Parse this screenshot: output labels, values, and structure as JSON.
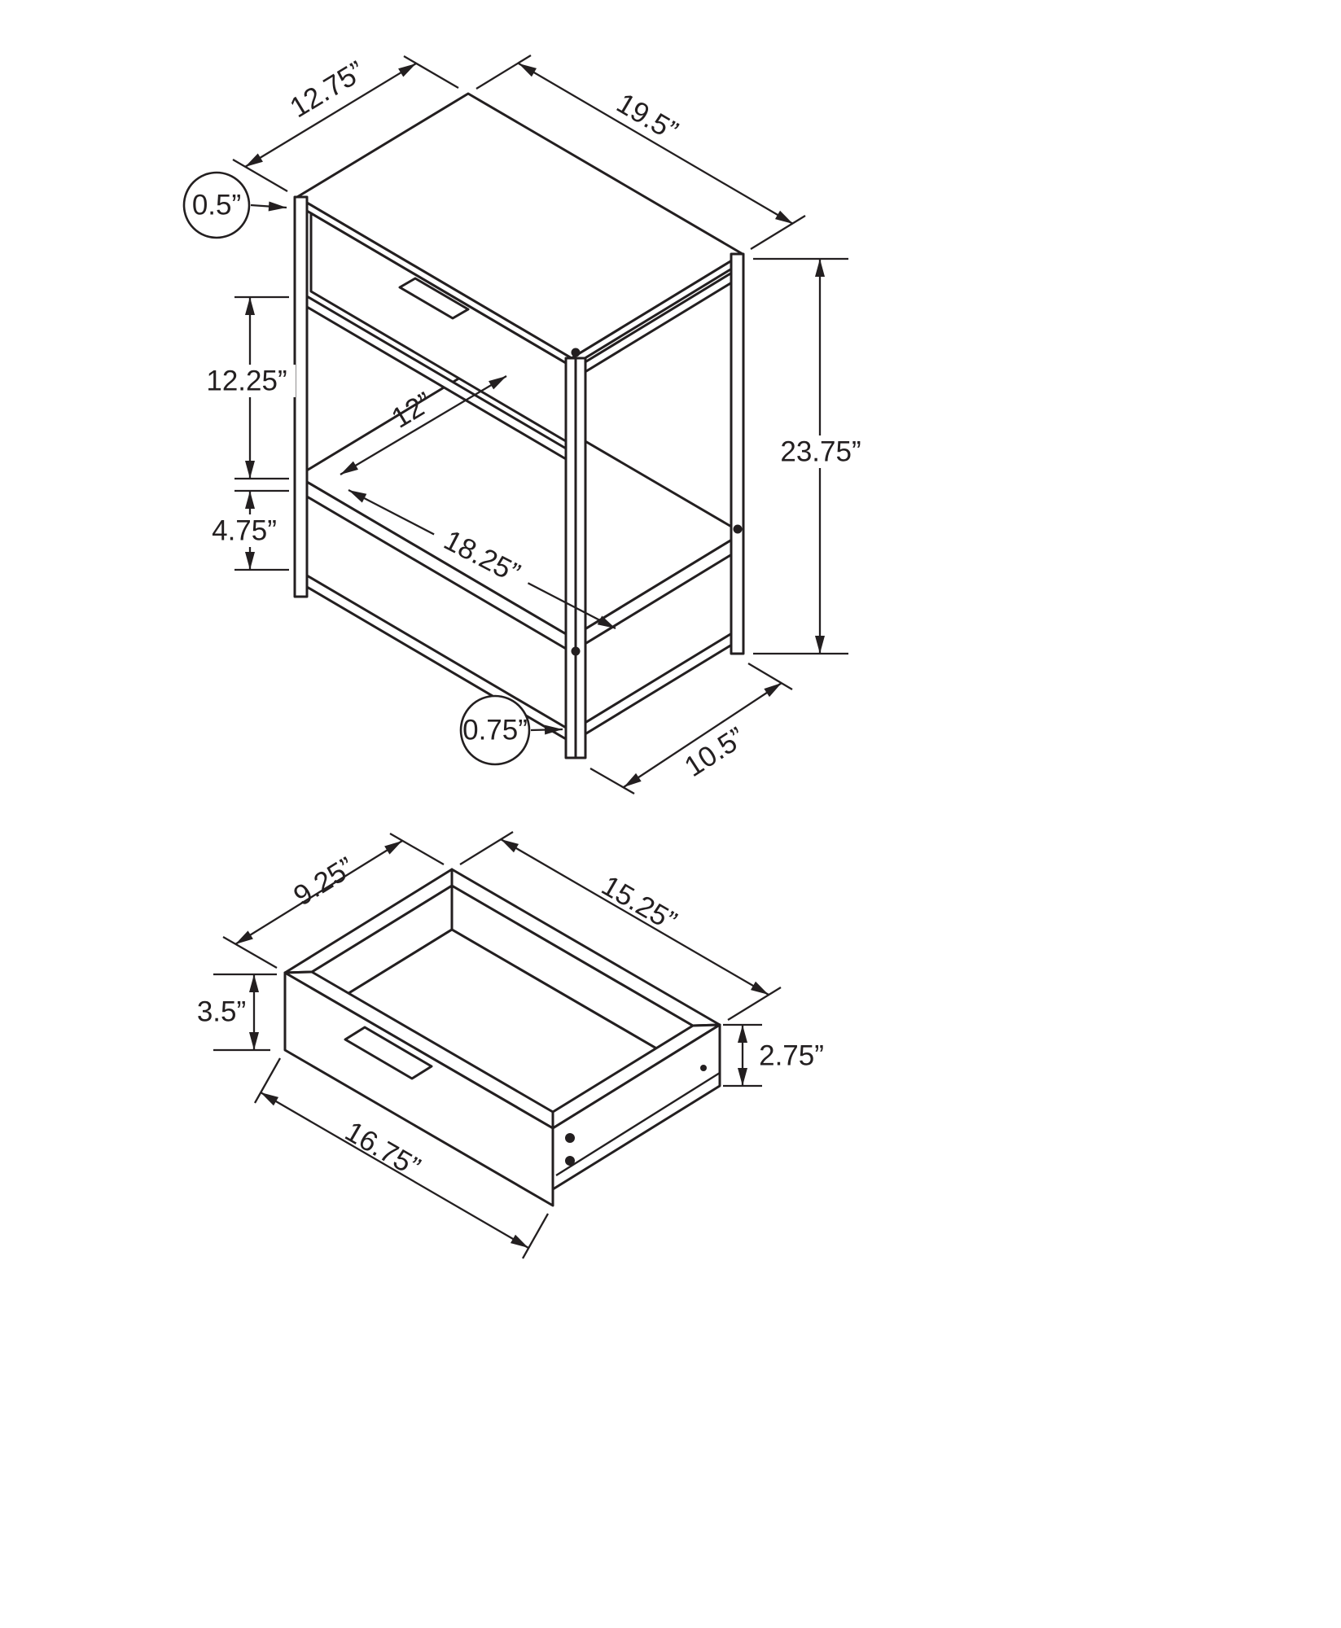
{
  "page": {
    "background": "#ffffff",
    "line_color": "#231f20"
  },
  "table_figure": {
    "name": "accent-table-isometric-view",
    "dims": {
      "top_depth": "12.75”",
      "top_length": "19.5”",
      "frame_thickness": "0.5”",
      "drawer_to_shelf_height": "12.25”",
      "shelf_depth": "12”",
      "overall_height": "23.75”",
      "shelf_to_rail_height": "4.75”",
      "shelf_length": "18.25”",
      "tube_size": "0.75”",
      "base_depth": "10.5”"
    }
  },
  "drawer_figure": {
    "name": "drawer-isometric-view",
    "dims": {
      "inner_depth": "9.25”",
      "inner_length": "15.25”",
      "front_height": "3.5”",
      "side_height": "2.75”",
      "front_width": "16.75”"
    }
  }
}
